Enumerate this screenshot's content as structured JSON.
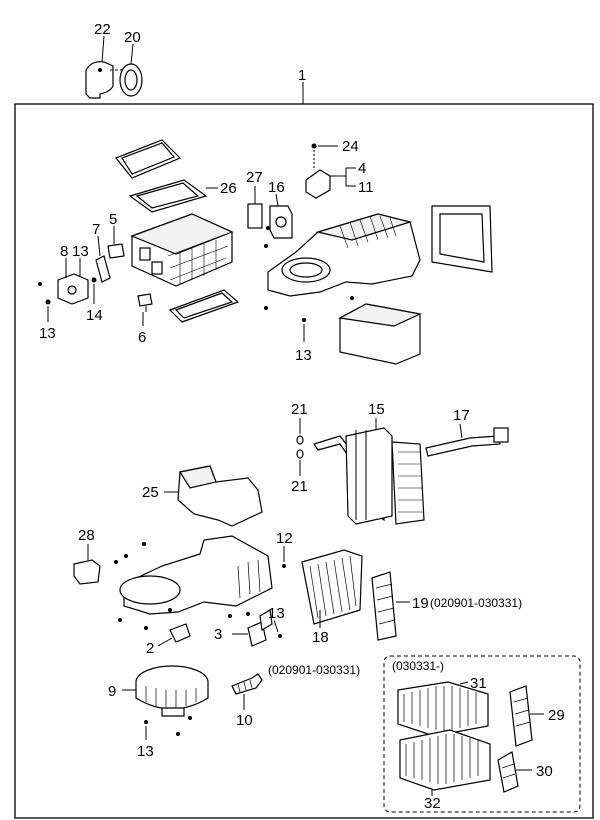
{
  "labels": {
    "p1": "1",
    "p2": "2",
    "p3": "3",
    "p4": "4",
    "p5": "5",
    "p6": "6",
    "p7": "7",
    "p8": "8",
    "p9": "9",
    "p10": "10",
    "p11": "11",
    "p12": "12",
    "p13": "13",
    "p14": "14",
    "p15": "15",
    "p16": "16",
    "p17": "17",
    "p18": "18",
    "p19": "19",
    "p20": "20",
    "p21": "21",
    "p22": "22",
    "p24": "24",
    "p25": "25",
    "p26": "26",
    "p27": "27",
    "p28": "28",
    "p29": "29",
    "p30": "30",
    "p31": "31",
    "p32": "32"
  },
  "notes": {
    "n19": "(020901-030331)",
    "n18": "(020901-030331)",
    "nbox": "(030331-)"
  }
}
